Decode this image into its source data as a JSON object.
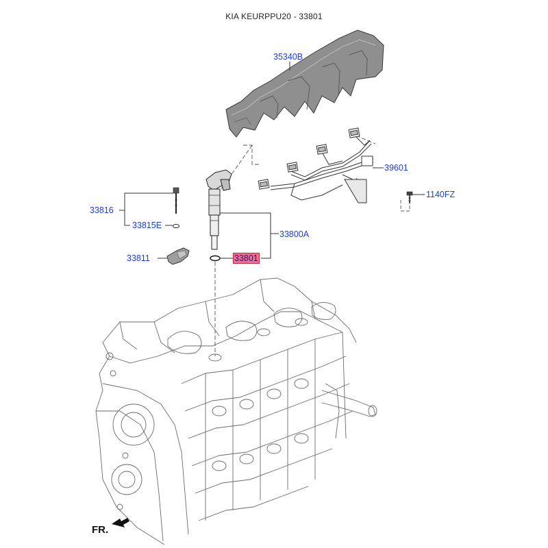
{
  "header": {
    "title": "KIA KEURPPU20 - 33801"
  },
  "callouts": {
    "c35340B": "35340B",
    "c39601": "39601",
    "c1140FZ": "1140FZ",
    "c33816": "33816",
    "c33815E": "33815E",
    "c33800A": "33800A",
    "c33811": "33811",
    "c33801": "33801"
  },
  "highlighted_part": "33801",
  "footer": {
    "front_label": "FR."
  },
  "colors": {
    "callout": "#1f3fd6",
    "highlight": "#ff6b81",
    "line": "#333333",
    "cover": "#8a8a8a"
  }
}
